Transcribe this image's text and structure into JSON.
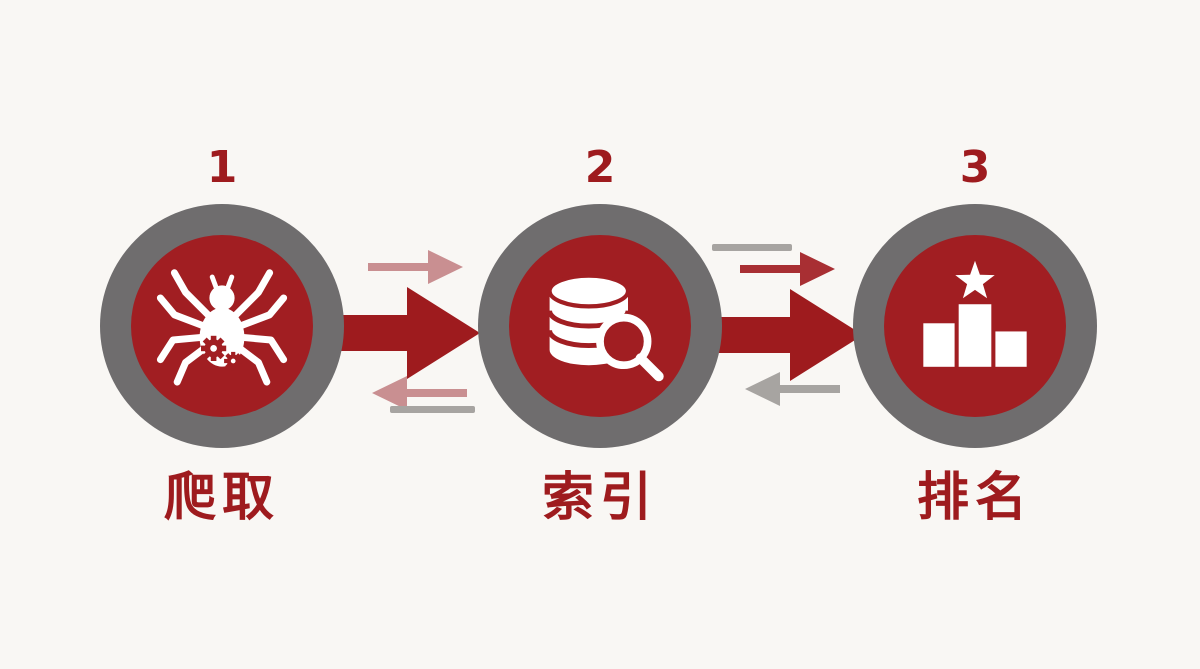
{
  "diagram": {
    "title_visible": false,
    "type": "three-step-process-flow"
  },
  "colors": {
    "canvas_bg": "#f9f7f4",
    "dark_red": "#9e1b1e",
    "core_red": "#a11e22",
    "ring_gray": "#6f6d6e",
    "muted_pink": "#c98f91",
    "small_red": "#a82f33",
    "arrow_gray": "#a7a4a1",
    "icon_white": "#ffffff"
  },
  "steps": [
    {
      "number": "1",
      "label": "爬取",
      "icon": "spider-crawler-icon"
    },
    {
      "number": "2",
      "label": "索引",
      "icon": "database-magnifier-icon"
    },
    {
      "number": "3",
      "label": "排名",
      "icon": "podium-star-icon"
    }
  ],
  "connectors": [
    {
      "from": "1",
      "to": "2",
      "main_arrow": "large-red-right",
      "top_arrow": "small-pink-right",
      "bottom_arrow": "small-pink-left",
      "bottom_bar": "gray-bar"
    },
    {
      "from": "2",
      "to": "3",
      "main_arrow": "large-red-right",
      "top_arrow": "small-red-right",
      "top_bar": "gray-bar",
      "bottom_arrow": "small-gray-left"
    }
  ]
}
